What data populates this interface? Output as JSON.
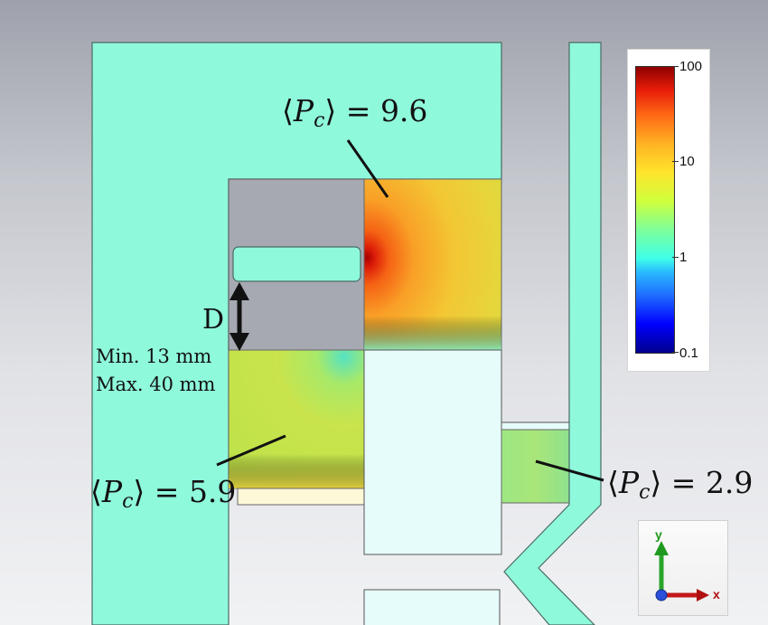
{
  "annotations": {
    "pc_top": {
      "prefix": "⟨",
      "symbol": "P",
      "subscript": "c",
      "suffix": "⟩ = ",
      "value": "9.6"
    },
    "pc_left": {
      "prefix": "⟨",
      "symbol": "P",
      "subscript": "c",
      "suffix": "⟩ = ",
      "value": "5.9"
    },
    "pc_right": {
      "prefix": "⟨",
      "symbol": "P",
      "subscript": "c",
      "suffix": "⟩ = ",
      "value": "2.9"
    },
    "gap_label": "D",
    "min_label": "Min. 13 mm",
    "max_label": "Max. 40 mm"
  },
  "colorbar": {
    "scale": "log",
    "ticks": [
      "100",
      "10",
      "1",
      "0.1"
    ]
  },
  "axes_triad": {
    "y_label": "y",
    "x_label": "x"
  },
  "colors": {
    "metal": "#8ff9dc",
    "light_dielectric": "#e6fcfa",
    "cream_block": "#fdf8d8",
    "gray_background": "#a6a9b2"
  }
}
